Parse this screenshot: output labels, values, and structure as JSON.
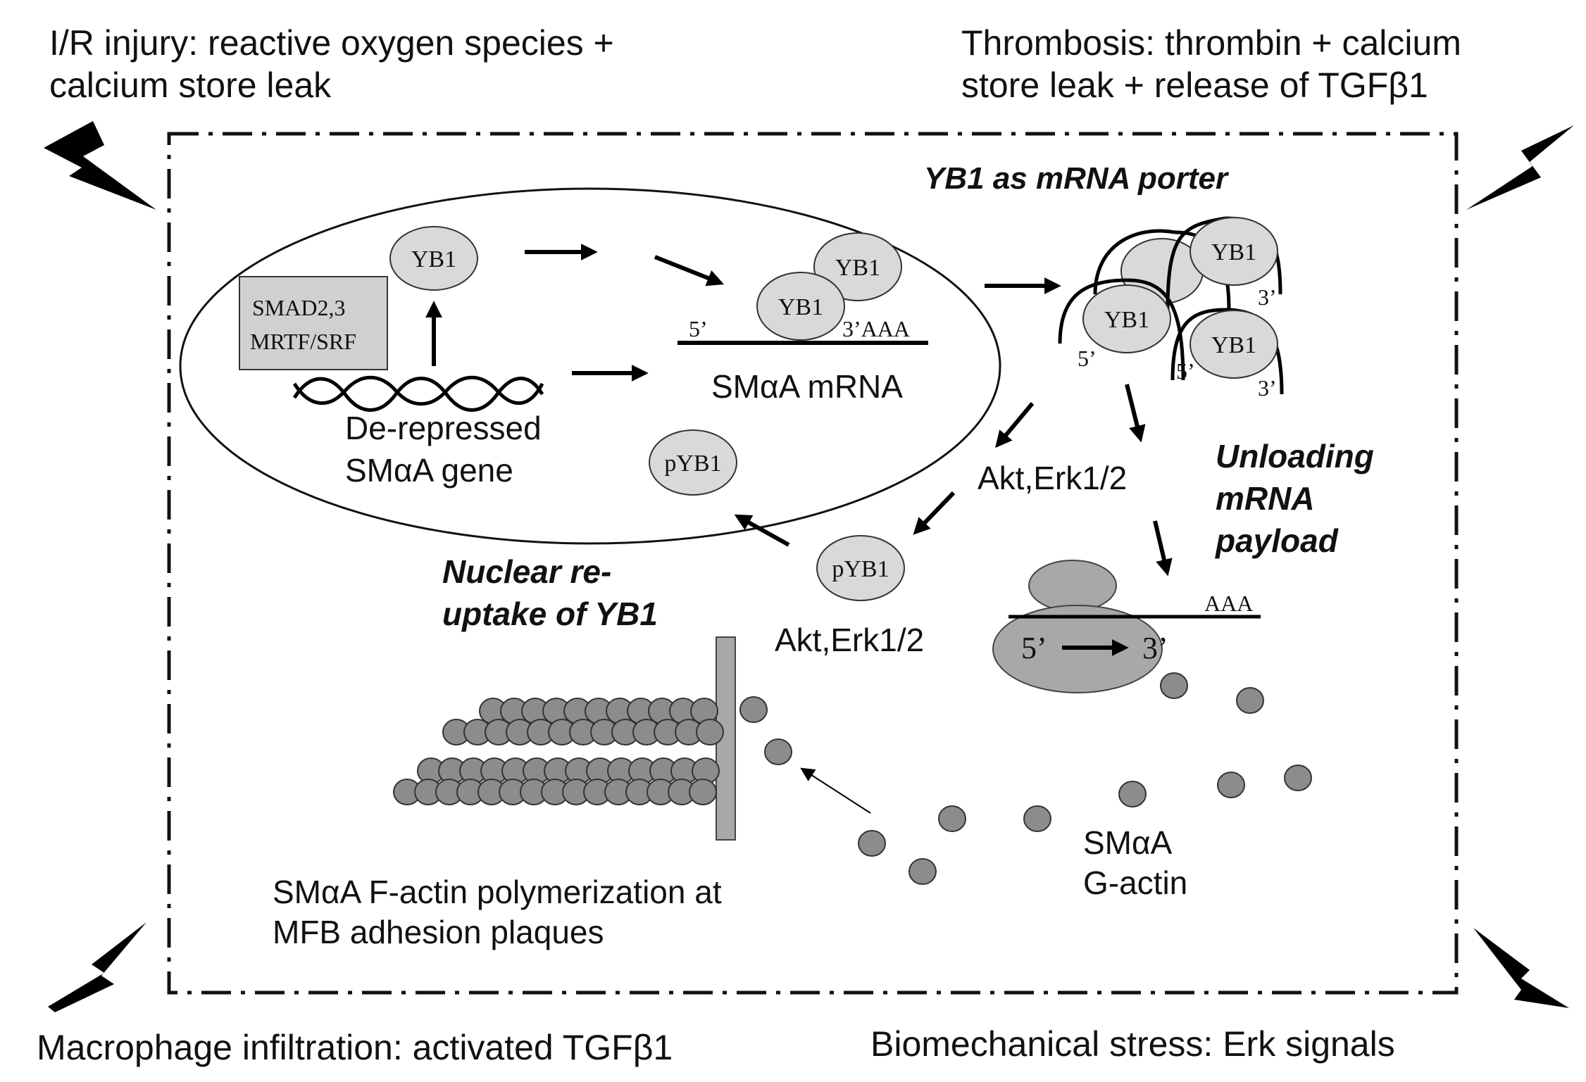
{
  "corners": {
    "top_left": [
      "I/R injury: reactive oxygen species +",
      "calcium store leak"
    ],
    "top_right": [
      "Thrombosis: thrombin + calcium",
      "store leak + release of TGFβ1"
    ],
    "bottom_left": "Macrophage infiltration: activated TGFβ1",
    "bottom_right": "Biomechanical stress: Erk signals"
  },
  "nucleus": {
    "smad_box": [
      "SMAD2,3",
      "MRTF/SRF"
    ],
    "gene_label": [
      "De-repressed",
      "SMαA gene"
    ],
    "yb1": "YB1",
    "pyb1": "pYB1",
    "mrna_label": "SMαA mRNA",
    "mrna_5prime": "5’",
    "mrna_3prime": "3’AAA"
  },
  "porter": {
    "title": "YB1 as mRNA porter",
    "yb1": "YB1",
    "five_prime": "5’",
    "three_prime": "3’"
  },
  "kinase": "Akt,Erk1/2",
  "cytoplasm": {
    "pyb1": "pYB1",
    "kinase_lower": "Akt,Erk1/2",
    "nuclear_reuptake": [
      "Nuclear re-",
      "uptake of YB1"
    ],
    "unloading": [
      "Unloading",
      "mRNA",
      "payload"
    ],
    "ribosome_aaa": "AAA",
    "ribosome_5": "5’",
    "ribosome_3": "3’",
    "g_actin": [
      "SMαA",
      "G-actin"
    ],
    "f_actin": [
      "SMαA F-actin polymerization at",
      "MFB adhesion plaques"
    ]
  }
}
